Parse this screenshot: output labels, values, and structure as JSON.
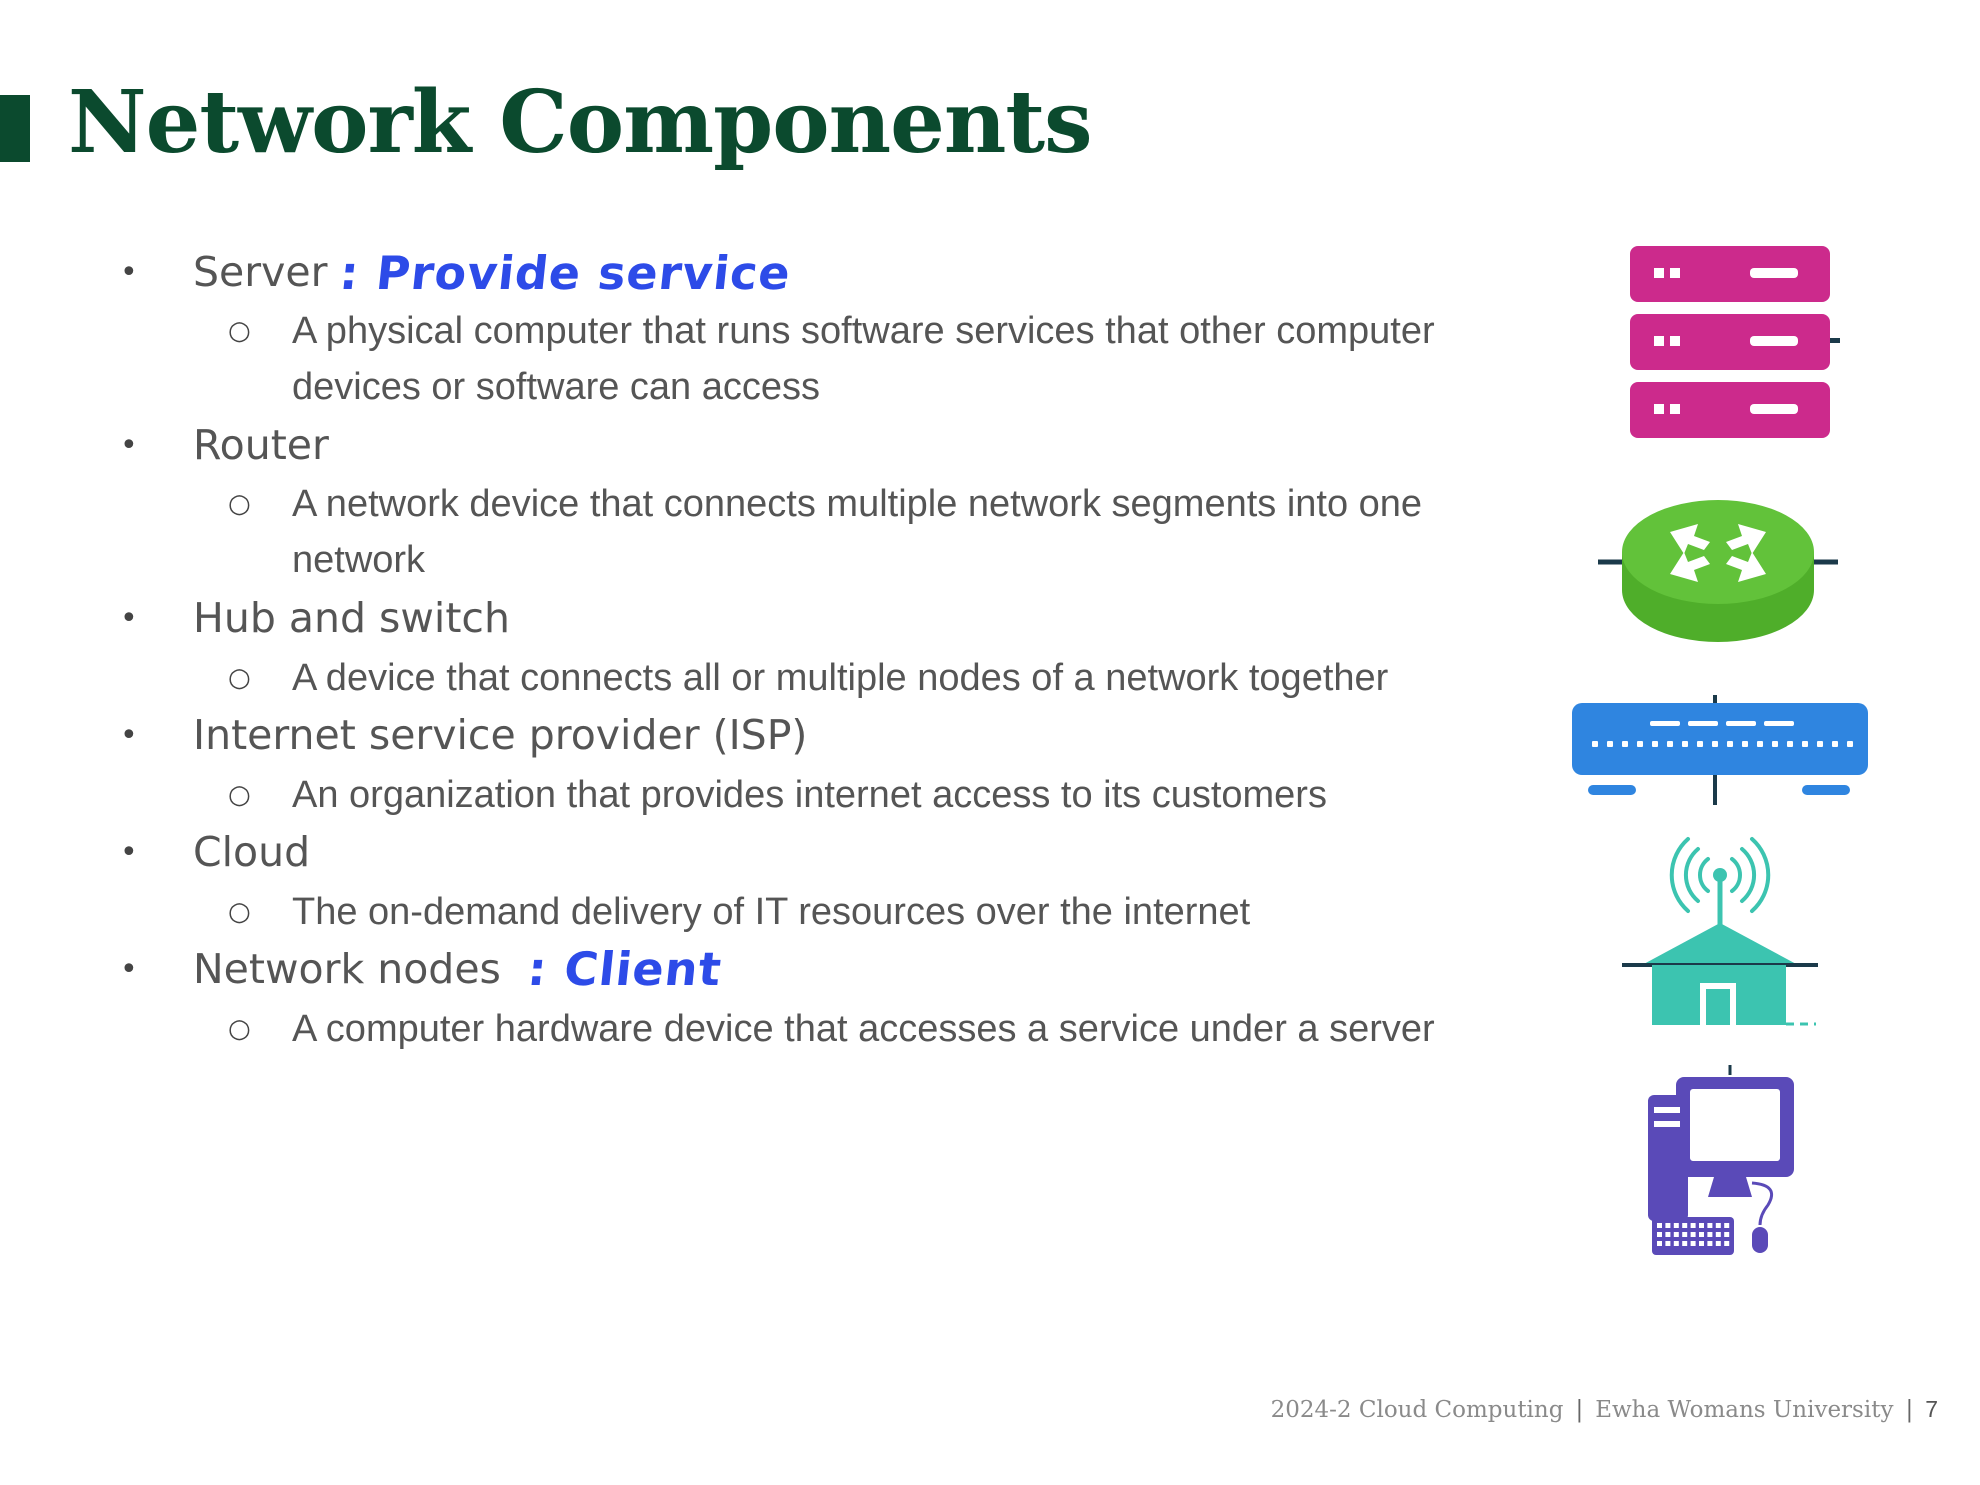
{
  "slide": {
    "title": "Network Components",
    "colors": {
      "title": "#0b4a2e",
      "annotation": "#2d4be8",
      "server_icon": "#cc2a8c",
      "router_icon": "#62c23a",
      "switch_icon": "#2f85e0",
      "node_icon": "#3cc4b0",
      "client_icon": "#5a4ab8"
    },
    "items": [
      {
        "label": "Server",
        "note": ": Provide  service",
        "description": "A physical computer that runs software services that other computer devices or software can access",
        "icon": "server-rack-icon"
      },
      {
        "label": "Router",
        "description": "A network device that connects multiple network segments into one network",
        "icon": "router-icon"
      },
      {
        "label": "Hub and switch",
        "description": "A device that connects all or multiple nodes of a network together",
        "icon": "network-switch-icon"
      },
      {
        "label": "Internet service provider (ISP)",
        "description": "An organization that provides internet access to its customers",
        "icon": "isp-antenna-house-icon"
      },
      {
        "label": "Cloud",
        "description": "The on-demand delivery of IT resources over the internet"
      },
      {
        "label": "Network nodes",
        "note": ": Client",
        "description": "A computer hardware device that accesses a service under a server",
        "icon": "desktop-computer-icon"
      }
    ],
    "footer": {
      "course": "2024-2 Cloud Computing",
      "separator": "|",
      "university": "Ewha Womans University",
      "page_number": "7"
    }
  }
}
